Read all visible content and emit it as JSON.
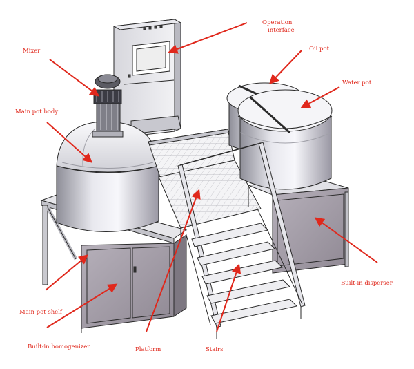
{
  "labels": {
    "operation_interface": [
      "Operation",
      "interface"
    ],
    "mixer": "Mixer",
    "main_pot_body": "Main pot body",
    "oil_pot": "Oil pot",
    "water_pot": "Water pot",
    "main_pot_shelf": "Main pot shelf",
    "built_in_homogenizer": "Built-in homogenizer",
    "platform": "Platform",
    "stairs": "Stairs",
    "built_in_disperser": "Built-in disperser"
  },
  "colors": {
    "label": "#e0281c",
    "arrow": "#e0281c",
    "outline": "#2a2a2a",
    "metal_light": "#f3f3f6",
    "metal_mid": "#c9c9d0",
    "metal_dark": "#8d8d96",
    "panel": "#a9a2ac"
  }
}
